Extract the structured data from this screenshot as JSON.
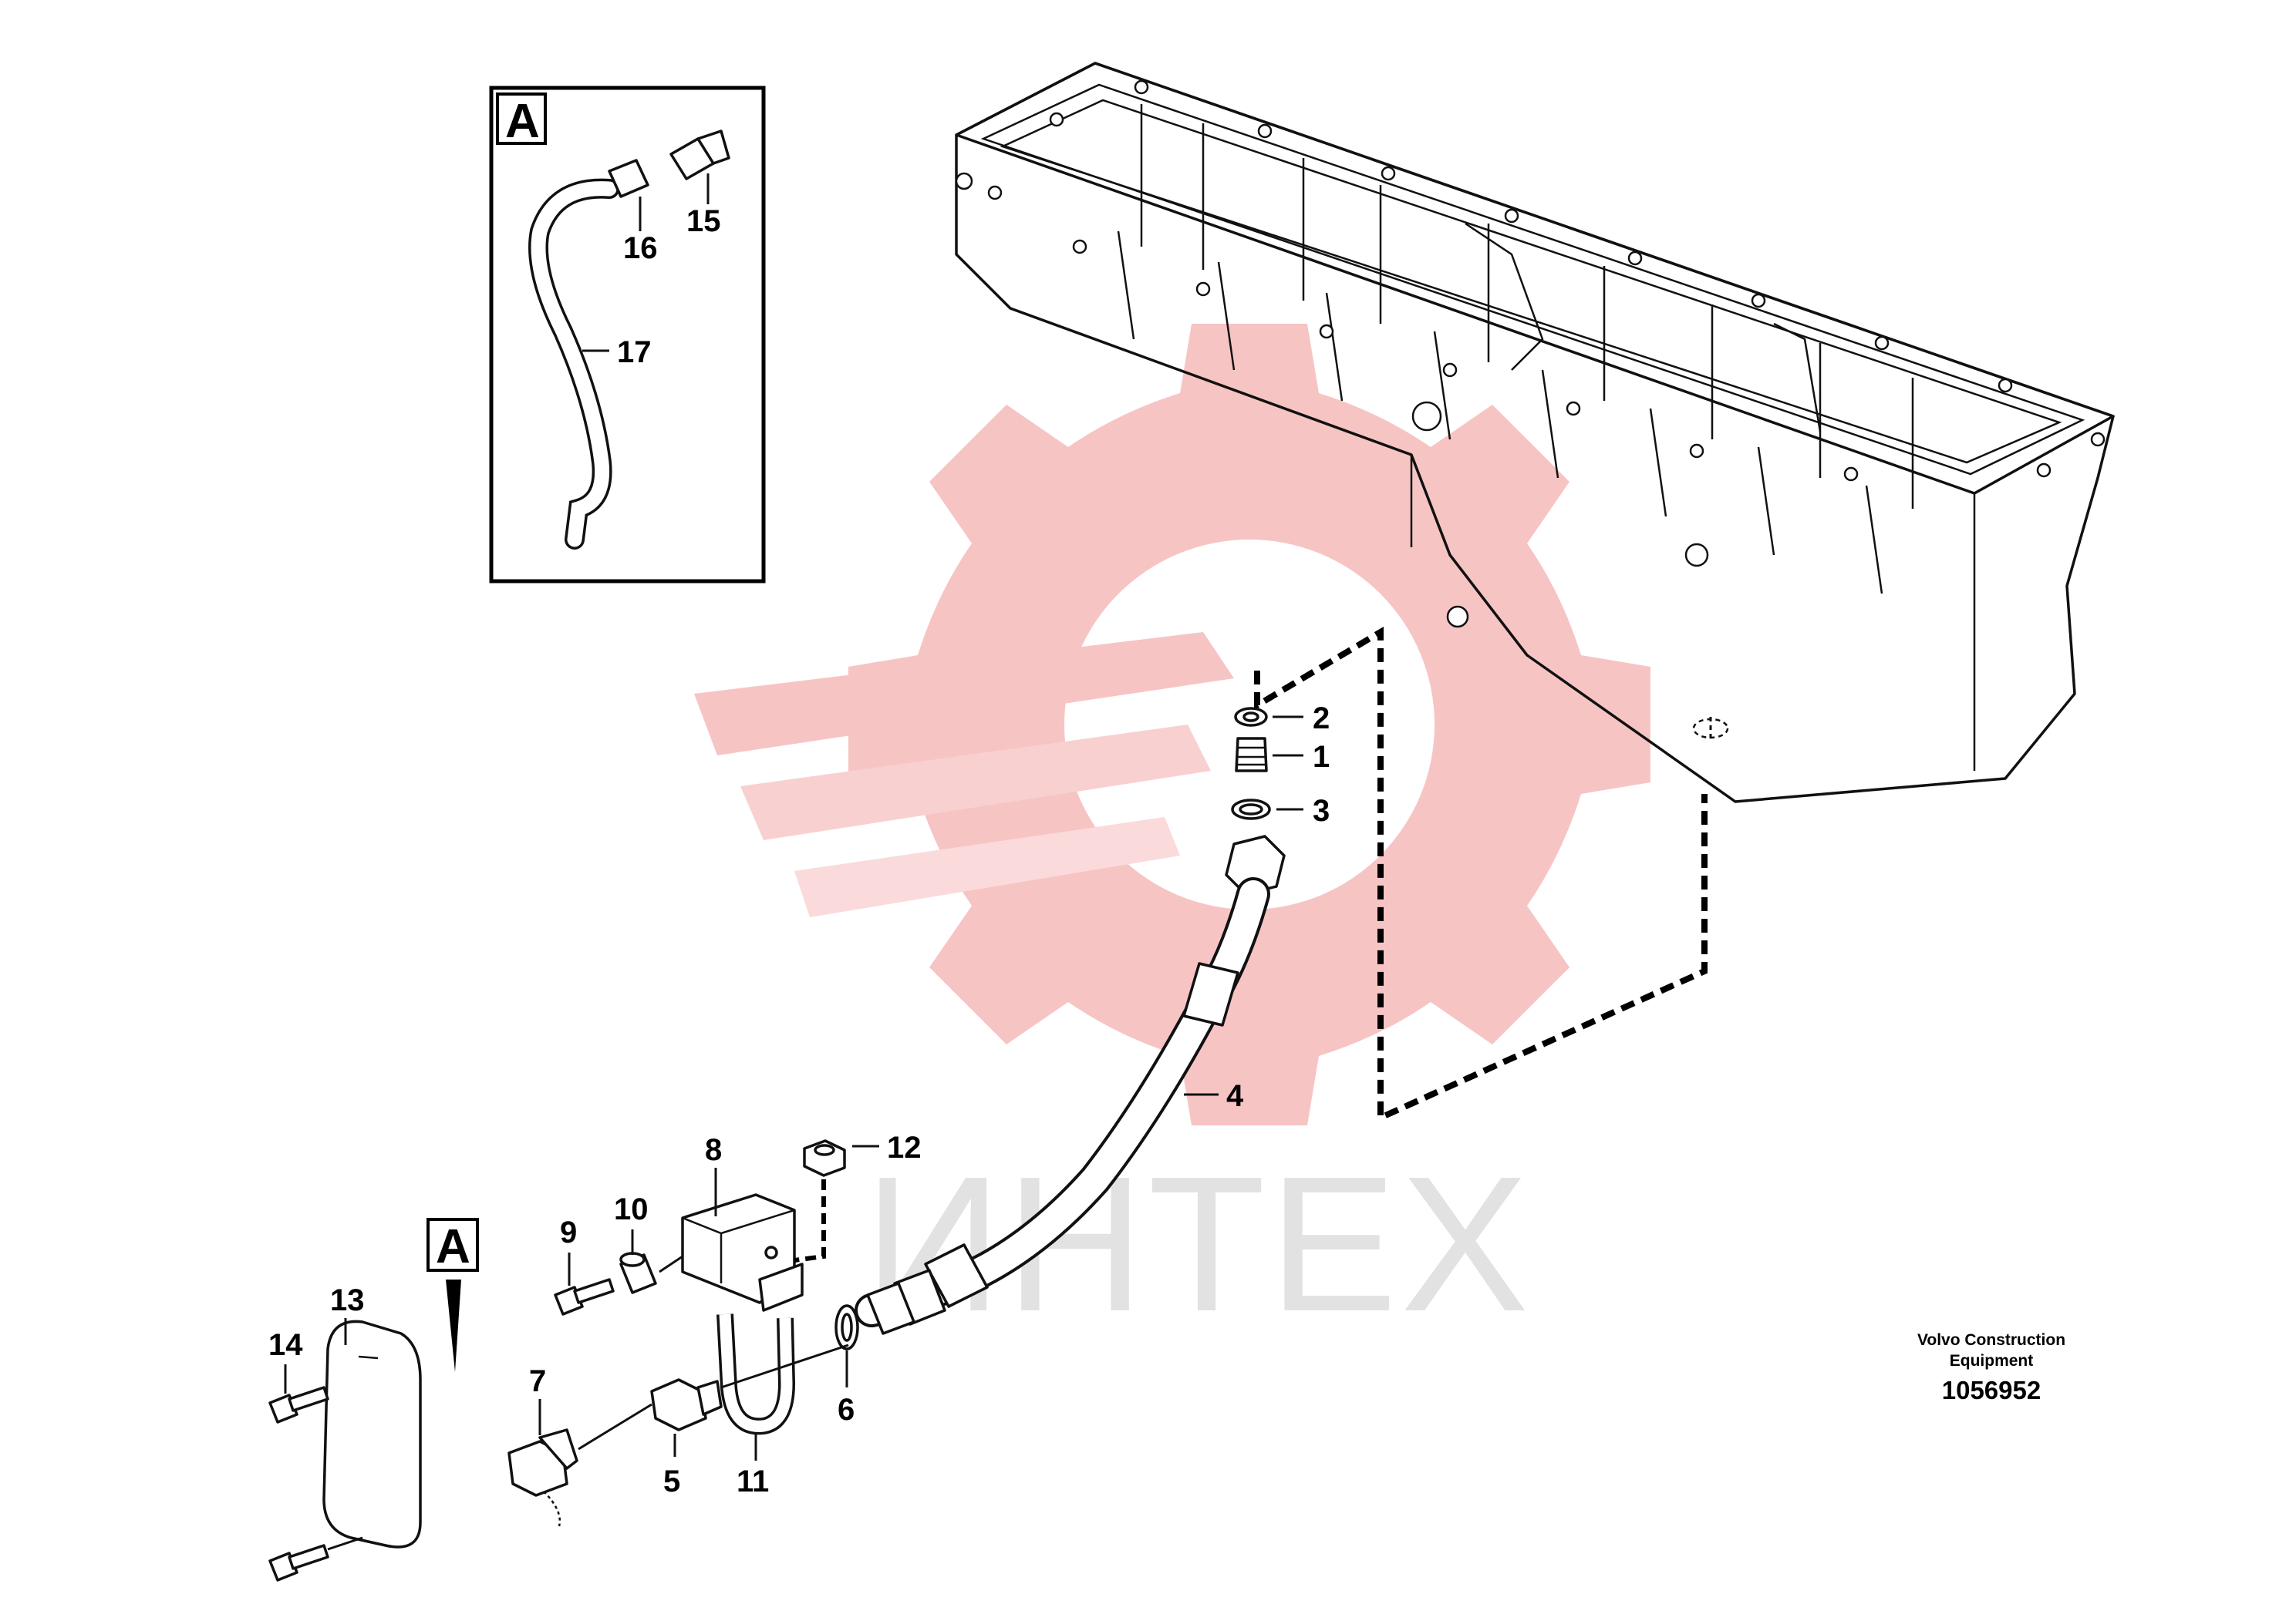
{
  "watermark": {
    "text": "ИНТЕХ",
    "gear_color": "#f7c4c4"
  },
  "detail_views": [
    {
      "id": "detail-box",
      "letter": "A"
    },
    {
      "id": "view-marker",
      "letter": "A"
    }
  ],
  "callouts": [
    {
      "id": "c1",
      "label": "1"
    },
    {
      "id": "c2",
      "label": "2"
    },
    {
      "id": "c3",
      "label": "3"
    },
    {
      "id": "c4",
      "label": "4"
    },
    {
      "id": "c5",
      "label": "5"
    },
    {
      "id": "c6",
      "label": "6"
    },
    {
      "id": "c7",
      "label": "7"
    },
    {
      "id": "c8",
      "label": "8"
    },
    {
      "id": "c9",
      "label": "9"
    },
    {
      "id": "c10",
      "label": "10"
    },
    {
      "id": "c11",
      "label": "11"
    },
    {
      "id": "c12",
      "label": "12"
    },
    {
      "id": "c13",
      "label": "13"
    },
    {
      "id": "c14",
      "label": "14"
    },
    {
      "id": "c15",
      "label": "15"
    },
    {
      "id": "c16",
      "label": "16"
    },
    {
      "id": "c17",
      "label": "17"
    }
  ],
  "publisher": {
    "line1": "Volvo Construction",
    "line2": "Equipment",
    "doc_number": "1056952"
  }
}
